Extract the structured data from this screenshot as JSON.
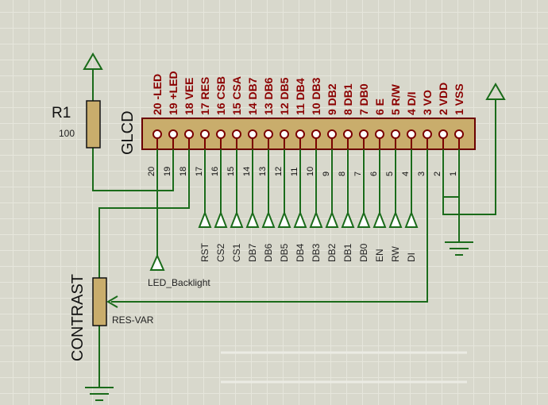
{
  "lcd": {
    "name": "GLCD",
    "pins": [
      {
        "num": "1",
        "label": "VSS",
        "net": ""
      },
      {
        "num": "2",
        "label": "VDD",
        "net": ""
      },
      {
        "num": "3",
        "label": "VO",
        "net": ""
      },
      {
        "num": "4",
        "label": "D/I",
        "net": "DI"
      },
      {
        "num": "5",
        "label": "R/W",
        "net": "RW"
      },
      {
        "num": "6",
        "label": "E",
        "net": "EN"
      },
      {
        "num": "7",
        "label": "DB0",
        "net": "DB0"
      },
      {
        "num": "8",
        "label": "DB1",
        "net": "DB1"
      },
      {
        "num": "9",
        "label": "DB2",
        "net": "DB2"
      },
      {
        "num": "10",
        "label": "DB3",
        "net": "DB3"
      },
      {
        "num": "11",
        "label": "DB4",
        "net": "DB4"
      },
      {
        "num": "12",
        "label": "DB5",
        "net": "DB5"
      },
      {
        "num": "13",
        "label": "DB6",
        "net": "DB6"
      },
      {
        "num": "14",
        "label": "DB7",
        "net": "DB7"
      },
      {
        "num": "15",
        "label": "CSA",
        "net": "CS1"
      },
      {
        "num": "16",
        "label": "CSB",
        "net": "CS2"
      },
      {
        "num": "17",
        "label": "RES",
        "net": "RST"
      },
      {
        "num": "18",
        "label": "VEE",
        "net": ""
      },
      {
        "num": "19",
        "label": "+LED",
        "net": ""
      },
      {
        "num": "20",
        "label": "-LED",
        "net": ""
      }
    ]
  },
  "r1": {
    "name": "R1",
    "value": "100"
  },
  "pot": {
    "name": "CONTRAST",
    "value": "RES-VAR"
  },
  "backlight_label": "LED_Backlight",
  "colors": {
    "wire": "#1a6b1a",
    "pin_text": "#8b0000",
    "body_fill": "#c9ad6c",
    "background": "#d8d8cc"
  }
}
